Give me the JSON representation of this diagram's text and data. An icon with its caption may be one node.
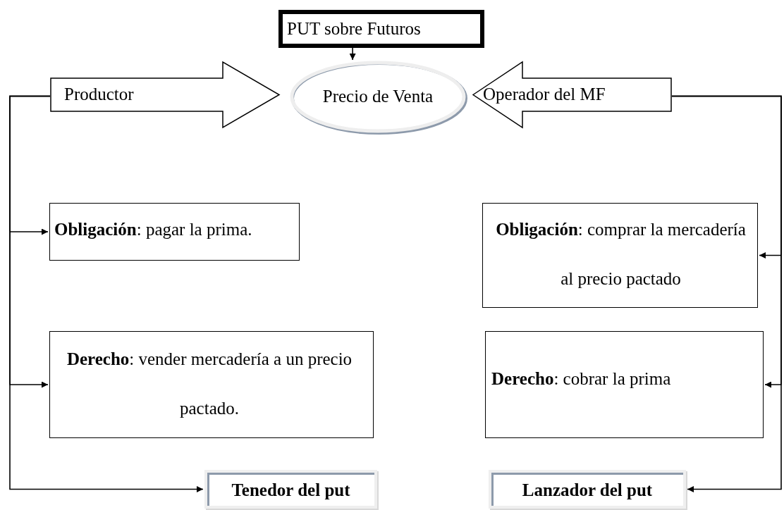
{
  "diagram": {
    "nodes": [
      {
        "text": [
          "PUT sobre Futuros"
        ]
      },
      {
        "text": [
          "Productor"
        ]
      },
      {
        "text": [
          "Precio de Venta"
        ]
      },
      {
        "text": [
          "Operador del MF"
        ]
      },
      {
        "text": [
          "**Obligación**: pagar la prima."
        ]
      },
      {
        "text": [
          "**Obligación**: comprar la mercadería al precio pactado"
        ]
      },
      {
        "text": [
          "**Derecho**: vender mercadería a un precio pactado."
        ]
      },
      {
        "text": [
          "**Derecho**: cobrar la prima"
        ]
      },
      {
        "text": [
          "Tenedor del put"
        ]
      },
      {
        "text": [
          "Lanzador del put"
        ]
      }
    ],
    "edges": [
      {
        "from": 0,
        "to": 2,
        "arrow": "to"
      },
      {
        "from": 1,
        "to": 4,
        "arrow": "to"
      },
      {
        "from": 1,
        "to": 6,
        "arrow": "to"
      },
      {
        "from": 1,
        "to": 8,
        "arrow": "to"
      },
      {
        "from": 3,
        "to": 5,
        "arrow": "to"
      },
      {
        "from": 3,
        "to": 7,
        "arrow": "to"
      },
      {
        "from": 3,
        "to": 9,
        "arrow": "to"
      }
    ]
  }
}
